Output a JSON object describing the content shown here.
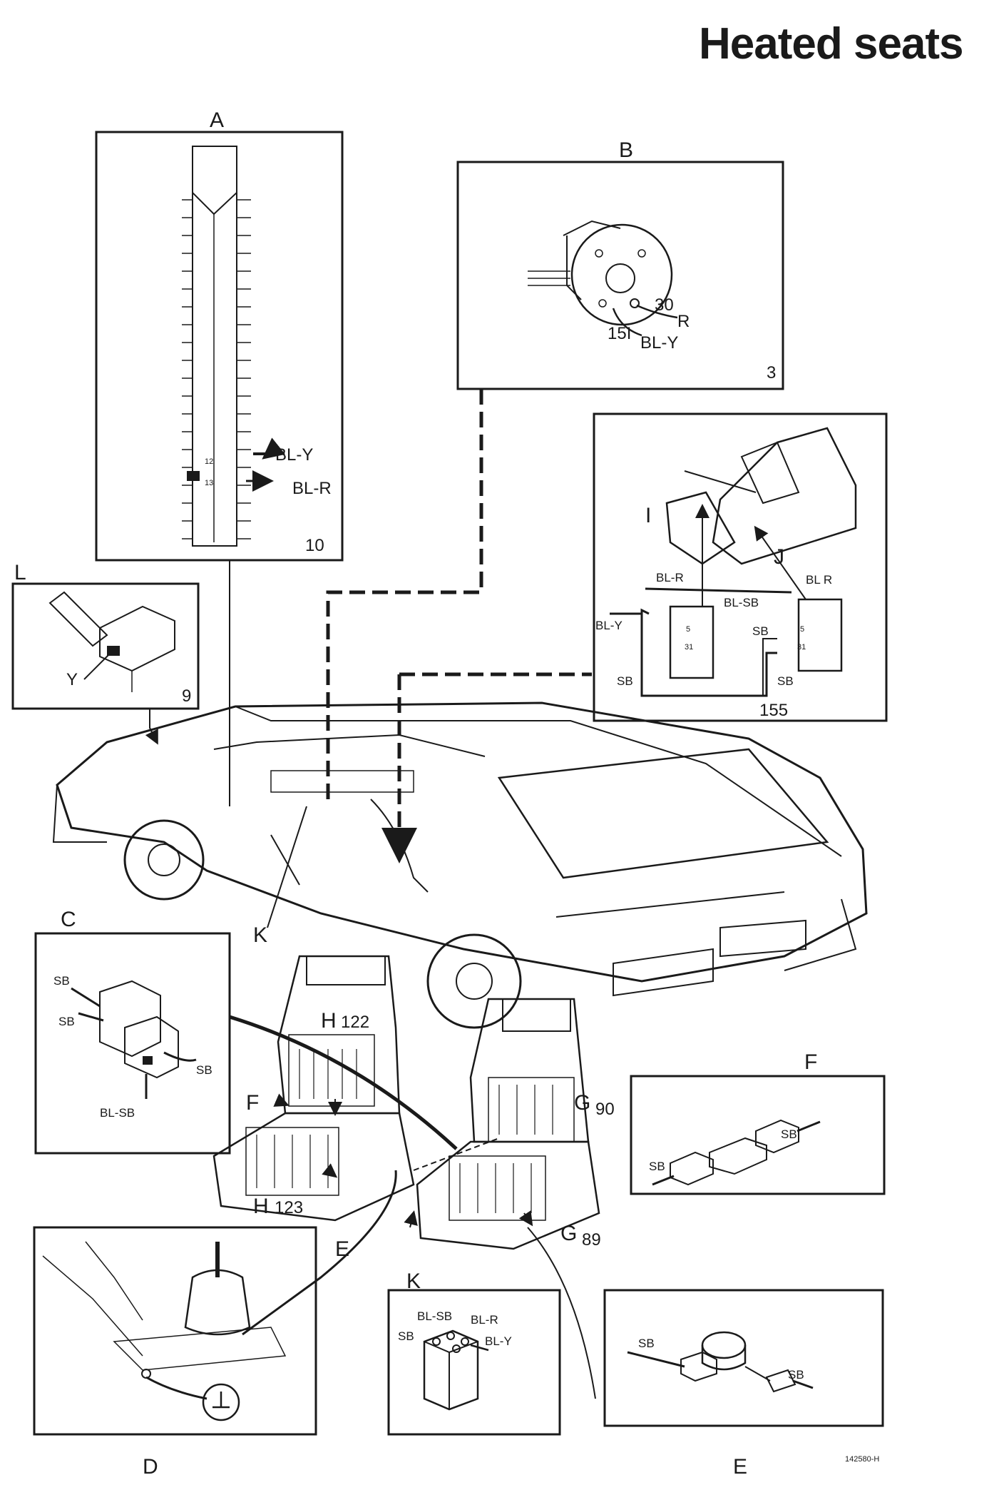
{
  "title": "Heated seats",
  "panels": {
    "A": {
      "letter": "A",
      "number": "10",
      "labels": [
        "BL-Y",
        "BL-R"
      ],
      "pins": [
        "12",
        "13"
      ]
    },
    "B": {
      "letter": "B",
      "number": "3",
      "terminals": [
        "30",
        "15I"
      ],
      "wires": [
        "R",
        "BL-Y"
      ]
    },
    "IJ": {
      "letter_i": "I",
      "letter_j": "J",
      "number": "155",
      "wires": [
        "BL-R",
        "BL R",
        "BL-SB",
        "BL-Y",
        "SB",
        "SB",
        "SB"
      ],
      "pins": [
        "5",
        "31",
        "5",
        "31"
      ]
    },
    "L": {
      "letter": "L",
      "number": "9",
      "wire": "Y"
    },
    "C": {
      "letter": "C",
      "wires": [
        "SB",
        "SB",
        "SB",
        "BL-SB"
      ]
    },
    "F": {
      "letter": "F",
      "wires": [
        "SB",
        "SB"
      ]
    },
    "D": {
      "letter": "D"
    },
    "K": {
      "letter": "K",
      "wires": [
        "BL-SB",
        "BL-R",
        "SB",
        "BL-Y"
      ]
    },
    "E": {
      "letter": "E",
      "wires": [
        "SB",
        "SB"
      ]
    }
  },
  "callouts": {
    "K": "K",
    "H122": "H",
    "H122_num": "122",
    "H123": "H",
    "H123_num": "123",
    "G90": "G",
    "G90_num": "90",
    "G89": "G",
    "G89_num": "89",
    "F": "F",
    "E": "E"
  },
  "footer": {
    "ref": "142580-H"
  },
  "colors": {
    "ink": "#1a1a1a",
    "paper": "#ffffff"
  }
}
